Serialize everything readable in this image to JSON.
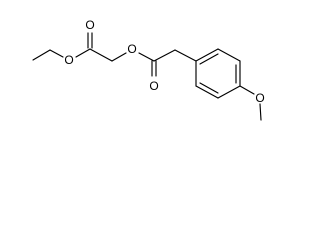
{
  "molecule": {
    "atoms": {
      "ester_o1": "O",
      "carbonyl_o1": "O",
      "ester_o2": "O",
      "carbonyl_o2": "O",
      "methoxy_o": "O"
    },
    "colors": {
      "bond": "#000000",
      "label": "#000000",
      "background": "#ffffff"
    }
  }
}
